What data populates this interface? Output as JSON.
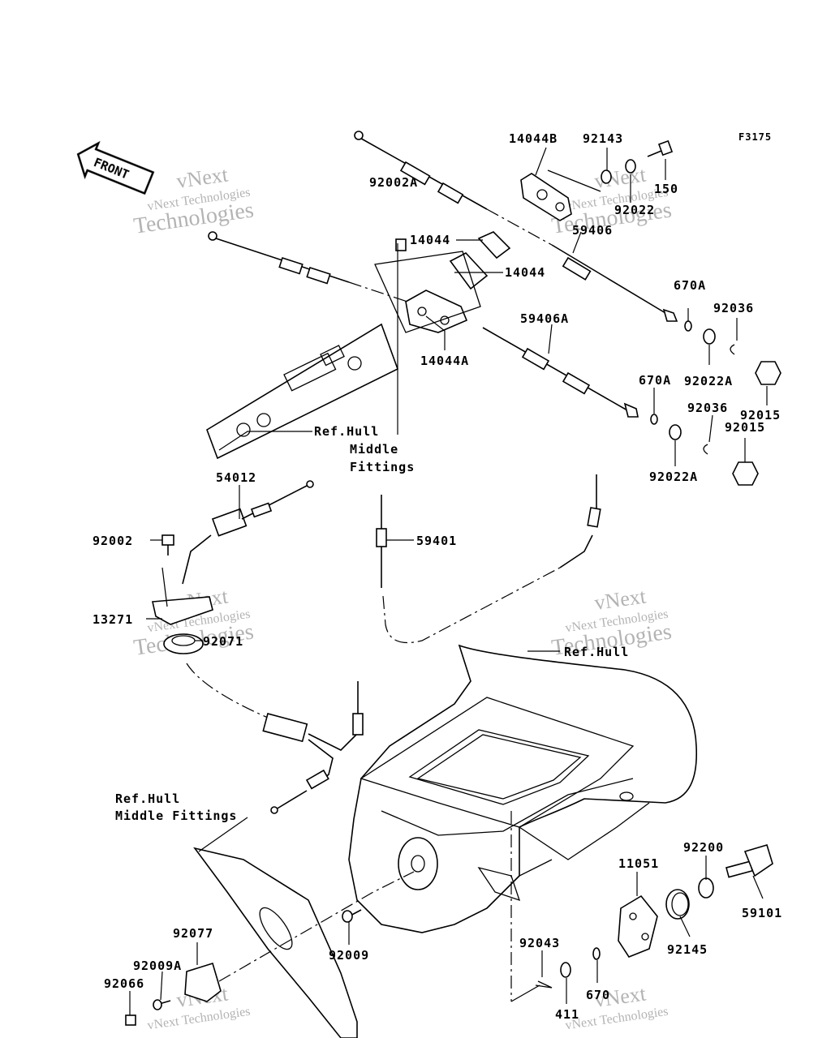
{
  "figure_code": "F3175",
  "front_label": "FRONT",
  "watermark": {
    "line1": "vNext",
    "line2": "vNext Technologies",
    "line3": "Technologies"
  },
  "parts": {
    "p14044B": "14044B",
    "p92143": "92143",
    "p150": "150",
    "p92022": "92022",
    "p92002A": "92002A",
    "p14044_top": "14044",
    "p59406": "59406",
    "p14044_mid": "14044",
    "p670A_1": "670A",
    "p92036_1": "92036",
    "p14044A": "14044A",
    "p59406A": "59406A",
    "p92022A_1": "92022A",
    "p92015_1": "92015",
    "p670A_2": "670A",
    "p92036_2": "92036",
    "p92015_2": "92015",
    "p92022A_2": "92022A",
    "p54012": "54012",
    "p92002": "92002",
    "p59401": "59401",
    "p13271": "13271",
    "p92071": "92071",
    "p11051": "11051",
    "p92200": "92200",
    "p59101": "59101",
    "p92145": "92145",
    "p92009": "92009",
    "p92043": "92043",
    "p92077": "92077",
    "p92009A": "92009A",
    "p92066": "92066",
    "p670": "670",
    "p411": "411"
  },
  "refs": {
    "hull_mid_1a": "Ref.Hull",
    "hull_mid_1b": "Middle",
    "hull_mid_1c": "Fittings",
    "hull": "Ref.Hull",
    "hull_mid_2a": "Ref.Hull",
    "hull_mid_2b": "Middle Fittings"
  }
}
